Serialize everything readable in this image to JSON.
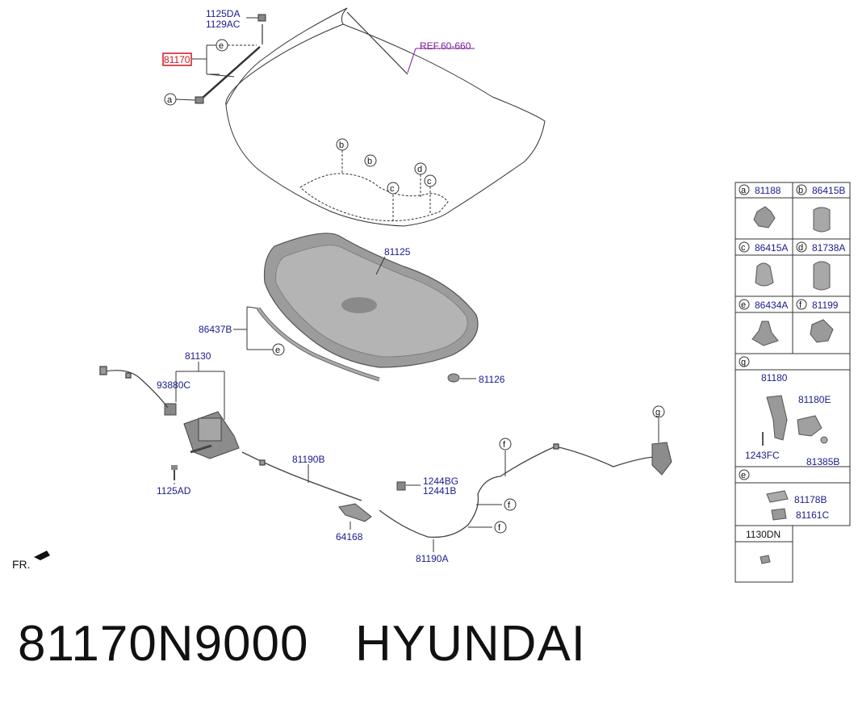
{
  "callouts": {
    "c1125da": "1125DA",
    "c1129ac": "1129AC",
    "c81170": "81170",
    "ref": "REF.60-660",
    "c81125": "81125",
    "c86437b": "86437B",
    "c81130": "81130",
    "c93880c": "93880C",
    "c81126": "81126",
    "c1125ad": "1125AD",
    "c81190b": "81190B",
    "c1244bg": "1244BG",
    "c12441b": "12441B",
    "c64168": "64168",
    "c81190a": "81190A",
    "fr": "FR."
  },
  "letters": {
    "a": "a",
    "b": "b",
    "c": "c",
    "d": "d",
    "e": "e",
    "f": "f",
    "g": "g"
  },
  "legend": {
    "a": "81188",
    "b": "86415B",
    "c": "86415A",
    "d": "81738A",
    "e1": "86434A",
    "f": "81199",
    "g_81180": "81180",
    "g_81180e": "81180E",
    "g_1243fc": "1243FC",
    "g_81385b": "81385B",
    "e2_81178b": "81178B",
    "e2_81161c": "81161C",
    "dn": "1130DN"
  },
  "footer": {
    "part_number": "81170N9000",
    "brand": "HYUNDAI"
  },
  "colors": {
    "label": "#1a1a8c",
    "ref": "#7a1a9e",
    "highlight": "#d4141e",
    "pad_fill": "#9c9c9c"
  }
}
